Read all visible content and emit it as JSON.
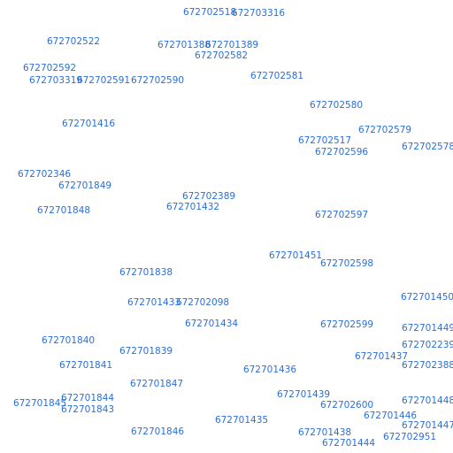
{
  "label_color": "#2b6fd6",
  "background": "#ffffff",
  "nodes": [
    {
      "id": "672702518"
    },
    {
      "id": "672703316"
    },
    {
      "id": "672702522"
    },
    {
      "id": "672701388"
    },
    {
      "id": "672701389"
    },
    {
      "id": "672702582"
    },
    {
      "id": "672702592"
    },
    {
      "id": "672703319"
    },
    {
      "id": "672702591"
    },
    {
      "id": "672702590"
    },
    {
      "id": "672702581"
    },
    {
      "id": "672702580"
    },
    {
      "id": "672701416"
    },
    {
      "id": "672702579"
    },
    {
      "id": "672702517"
    },
    {
      "id": "672702578"
    },
    {
      "id": "672702596"
    },
    {
      "id": "672702346"
    },
    {
      "id": "672701849"
    },
    {
      "id": "672702389"
    },
    {
      "id": "672701432"
    },
    {
      "id": "672701848"
    },
    {
      "id": "672702597"
    },
    {
      "id": "672701451"
    },
    {
      "id": "672702598"
    },
    {
      "id": "672701838"
    },
    {
      "id": "672701450"
    },
    {
      "id": "672701433"
    },
    {
      "id": "672702098"
    },
    {
      "id": "672701434"
    },
    {
      "id": "672702599"
    },
    {
      "id": "672701449"
    },
    {
      "id": "672701840"
    },
    {
      "id": "672702239"
    },
    {
      "id": "672701839"
    },
    {
      "id": "672701437"
    },
    {
      "id": "672702388"
    },
    {
      "id": "672701841"
    },
    {
      "id": "672701436"
    },
    {
      "id": "672701847"
    },
    {
      "id": "672701439"
    },
    {
      "id": "672701448"
    },
    {
      "id": "672701844"
    },
    {
      "id": "672702600"
    },
    {
      "id": "672701845"
    },
    {
      "id": "672701843"
    },
    {
      "id": "672701446"
    },
    {
      "id": "672701435"
    },
    {
      "id": "672701447"
    },
    {
      "id": "672701846"
    },
    {
      "id": "672701438"
    },
    {
      "id": "672702951"
    },
    {
      "id": "672701444"
    }
  ]
}
